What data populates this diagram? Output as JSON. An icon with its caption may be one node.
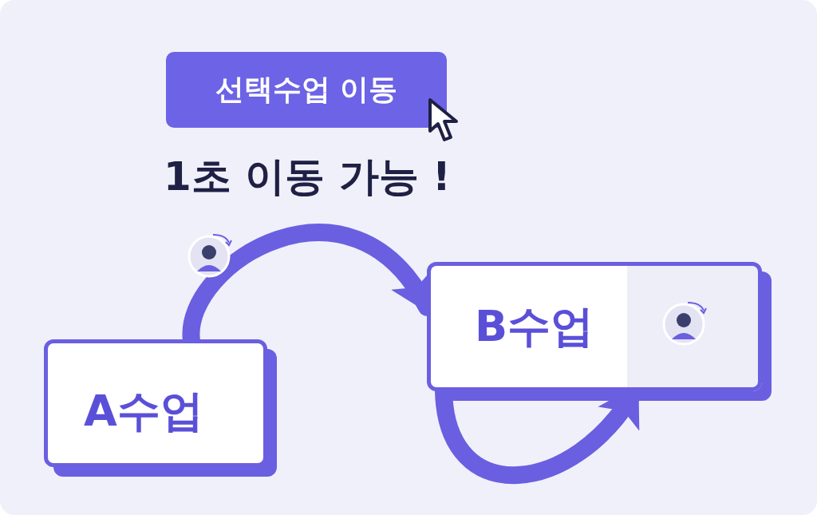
{
  "diagram": {
    "title": "1초 이동 가능 !",
    "nodes": [
      {
        "text": [
          "선택수업 이동"
        ]
      },
      {
        "text": [
          "A수업"
        ]
      },
      {
        "text": [
          "B수업"
        ]
      }
    ],
    "edges": [
      {
        "from": 1,
        "to": 2,
        "arrow": "to"
      },
      {
        "from": 2,
        "to": 2,
        "arrow": "to"
      }
    ]
  }
}
